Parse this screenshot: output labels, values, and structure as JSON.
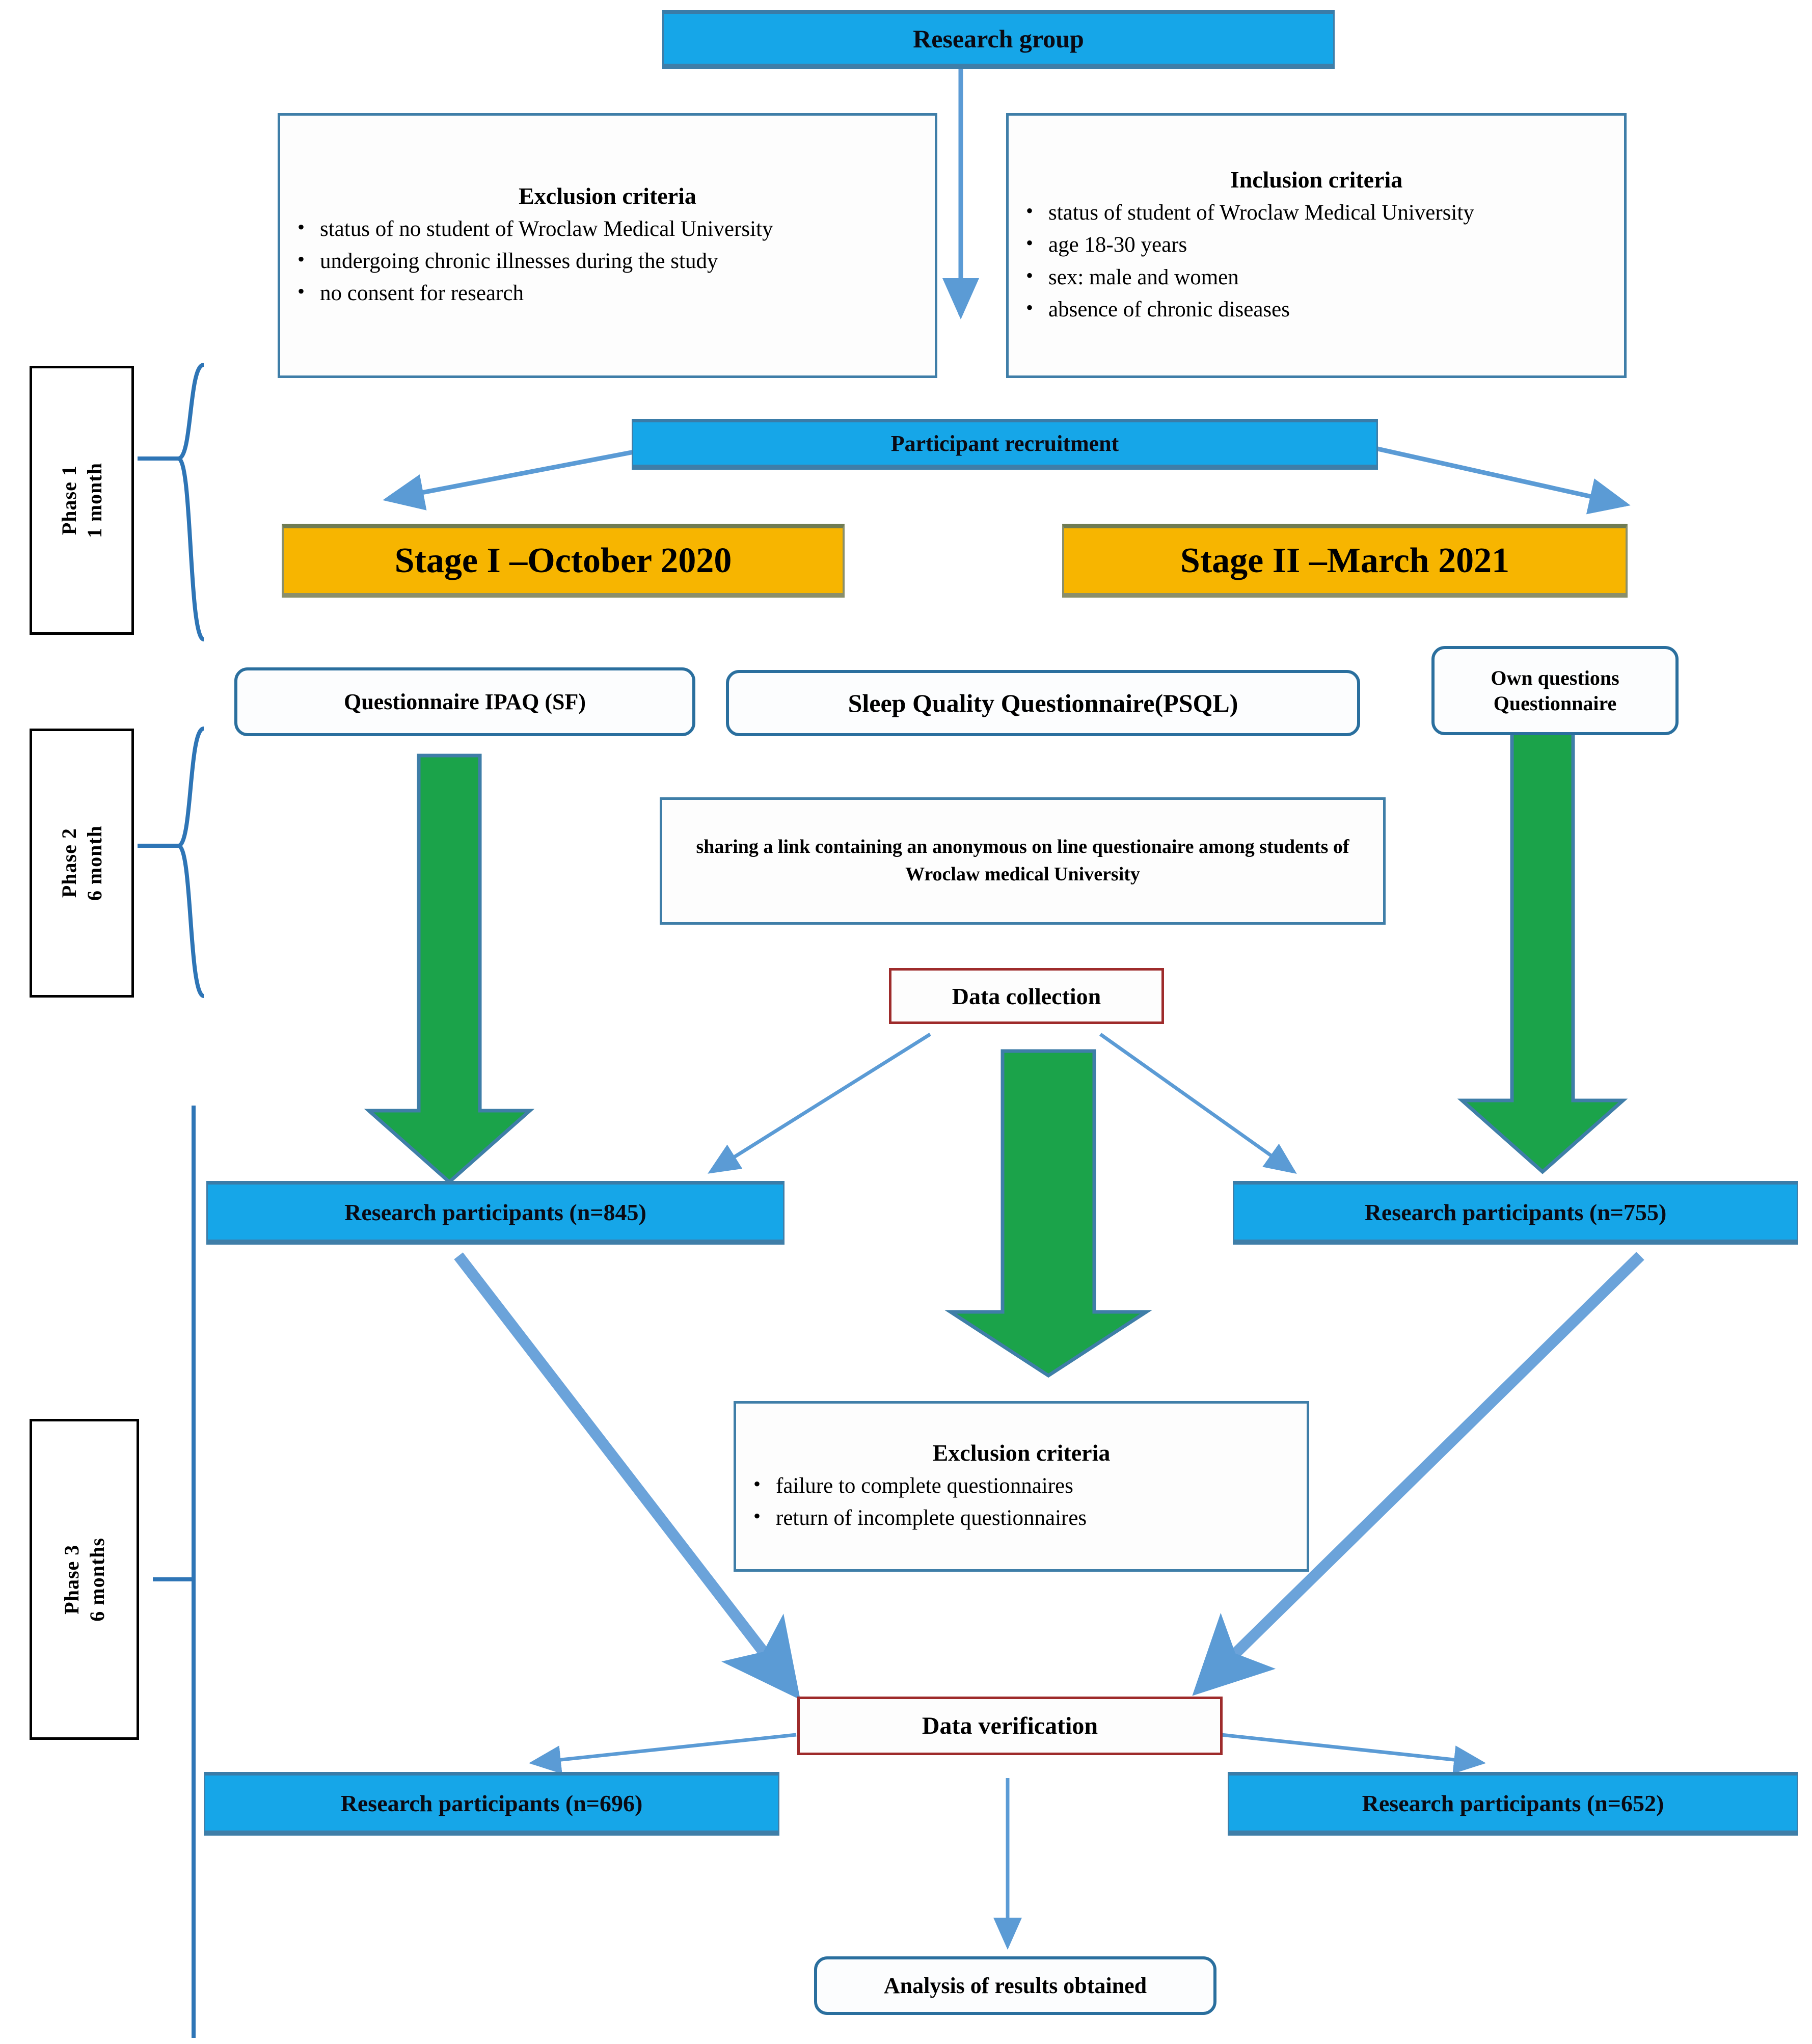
{
  "diagram": {
    "title": "Study flow chart",
    "colors": {
      "blue_fill": "#16a6e8",
      "blue_border": "#3f7ea8",
      "gold_fill": "#f7b500",
      "green_arrow": "#1ba34a",
      "red_border": "#9e2b2b",
      "thin_arrow": "#5b9bd5",
      "phase_border": "#000000"
    }
  },
  "nodes": {
    "research_group": "Research group",
    "participant_recruitment": "Participant recruitment",
    "stage_1": "Stage I –October 2020",
    "stage_2": "Stage II –March 2021",
    "questionnaire_ipaq": "Questionnaire IPAQ (SF)",
    "questionnaire_psql": "Sleep Quality  Questionnaire(PSQL)",
    "questionnaire_own": "Own questions\nQuestionnaire",
    "sharing_link": "sharing a link containing an anonymous on line questionaire among students of Wroclaw medical University",
    "data_collection": "Data collection",
    "participants_845": "Research participants (n=845)",
    "participants_755": "Research participants (n=755)",
    "data_verification": "Data verification",
    "participants_696": "Research participants (n=696)",
    "participants_652": "Research participants (n=652)",
    "analysis": "Analysis of results obtained"
  },
  "exclusion_criteria_1": {
    "title": "Exclusion criteria",
    "items": [
      "status of no student of  Wroclaw Medical University",
      "undergoing chronic illnesses during the study",
      "no consent for research"
    ]
  },
  "inclusion_criteria": {
    "title": "Inclusion criteria",
    "items": [
      "status of  student of Wroclaw Medical University",
      "age 18-30 years",
      "sex: male and women",
      "absence of chronic diseases"
    ]
  },
  "exclusion_criteria_2": {
    "title": "Exclusion criteria",
    "items": [
      "failure  to complete questionnaires",
      "return of incomplete questionnaires"
    ]
  },
  "phases": [
    {
      "label": "Phase 1\n1 month"
    },
    {
      "label": "Phase 2\n6 month"
    },
    {
      "label": "Phase 3\n6 months"
    }
  ]
}
